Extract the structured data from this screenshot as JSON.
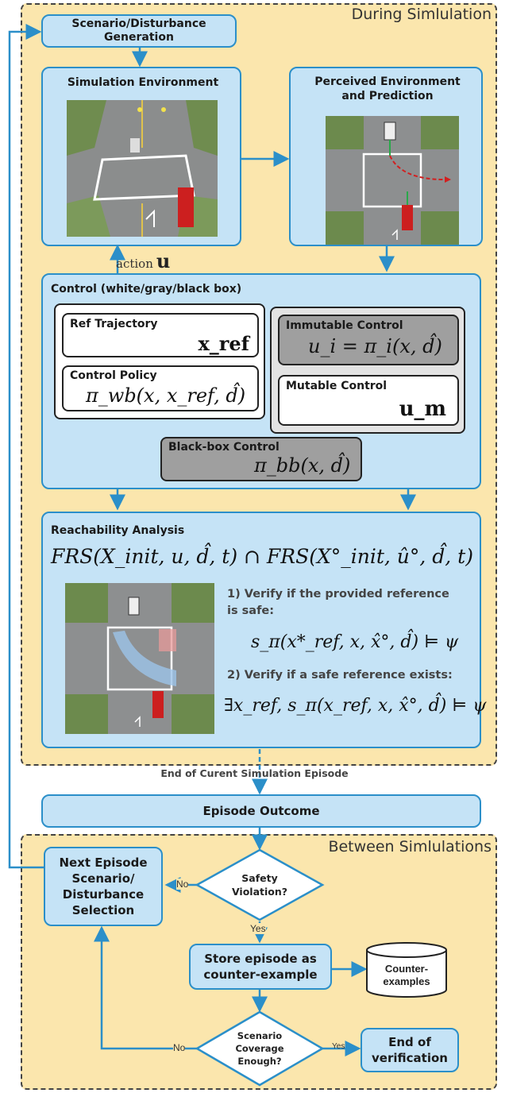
{
  "regions": {
    "during_title": "During Simlulation",
    "between_title": "Between Simlulations"
  },
  "nodes": {
    "scenario_generation": "Scenario/Disturbance\nGeneration",
    "simulation_environment": "Simulation Environment",
    "perceived_environment": "Perceived Environment\nand Prediction",
    "action_label": "action",
    "action_symbol": "u",
    "control": "Control (white/gray/black box)",
    "ref_trajectory": "Ref Trajectory",
    "ref_trajectory_math": "x_ref",
    "control_policy": "Control Policy",
    "control_policy_math": "π_wb(x, x_ref, d̂)",
    "immutable_control": "Immutable Control",
    "immutable_control_math": "u_i = π_i(x, d̂)",
    "mutable_control": "Mutable Control",
    "mutable_control_math": "u_m",
    "blackbox_control": "Black-box Control",
    "blackbox_control_math": "π_bb(x, d̂)",
    "reachability": "Reachability Analysis",
    "reachability_math": "FRS(X_init, u, d̂, t) ∩ FRS(X°_init, û°, d̂, t)",
    "verify_1": "1) Verify if the provided reference\nis safe:",
    "verify_1_math": "s_π(x*_ref, x, x̂°, d̂) ⊨ ψ",
    "verify_2": "2) Verify if a safe reference exists:",
    "verify_2_math": "∃x_ref, s_π(x_ref, x, x̂°, d̂) ⊨ ψ",
    "end_episode": "End of Curent Simulation Episode",
    "episode_outcome": "Episode Outcome",
    "next_episode": "Next Episode\nScenario/\nDisturbance\nSelection",
    "safety_violation": "Safety\nViolation?",
    "store_episode": "Store episode as\ncounter-example",
    "counter_examples": "Counter-\nexamples",
    "scenario_coverage": "Scenario\nCoverage\nEnough?",
    "end_verification": "End of\nverification"
  },
  "edge_labels": {
    "no_1": "No",
    "yes_1": "Yes",
    "no_2": "No",
    "yes_2": "Yes"
  },
  "colors": {
    "region_fill": "#fbe6ad",
    "box_fill": "#c5e3f6",
    "box_border": "#2b8fc9",
    "arrow": "#2b8fc9"
  }
}
